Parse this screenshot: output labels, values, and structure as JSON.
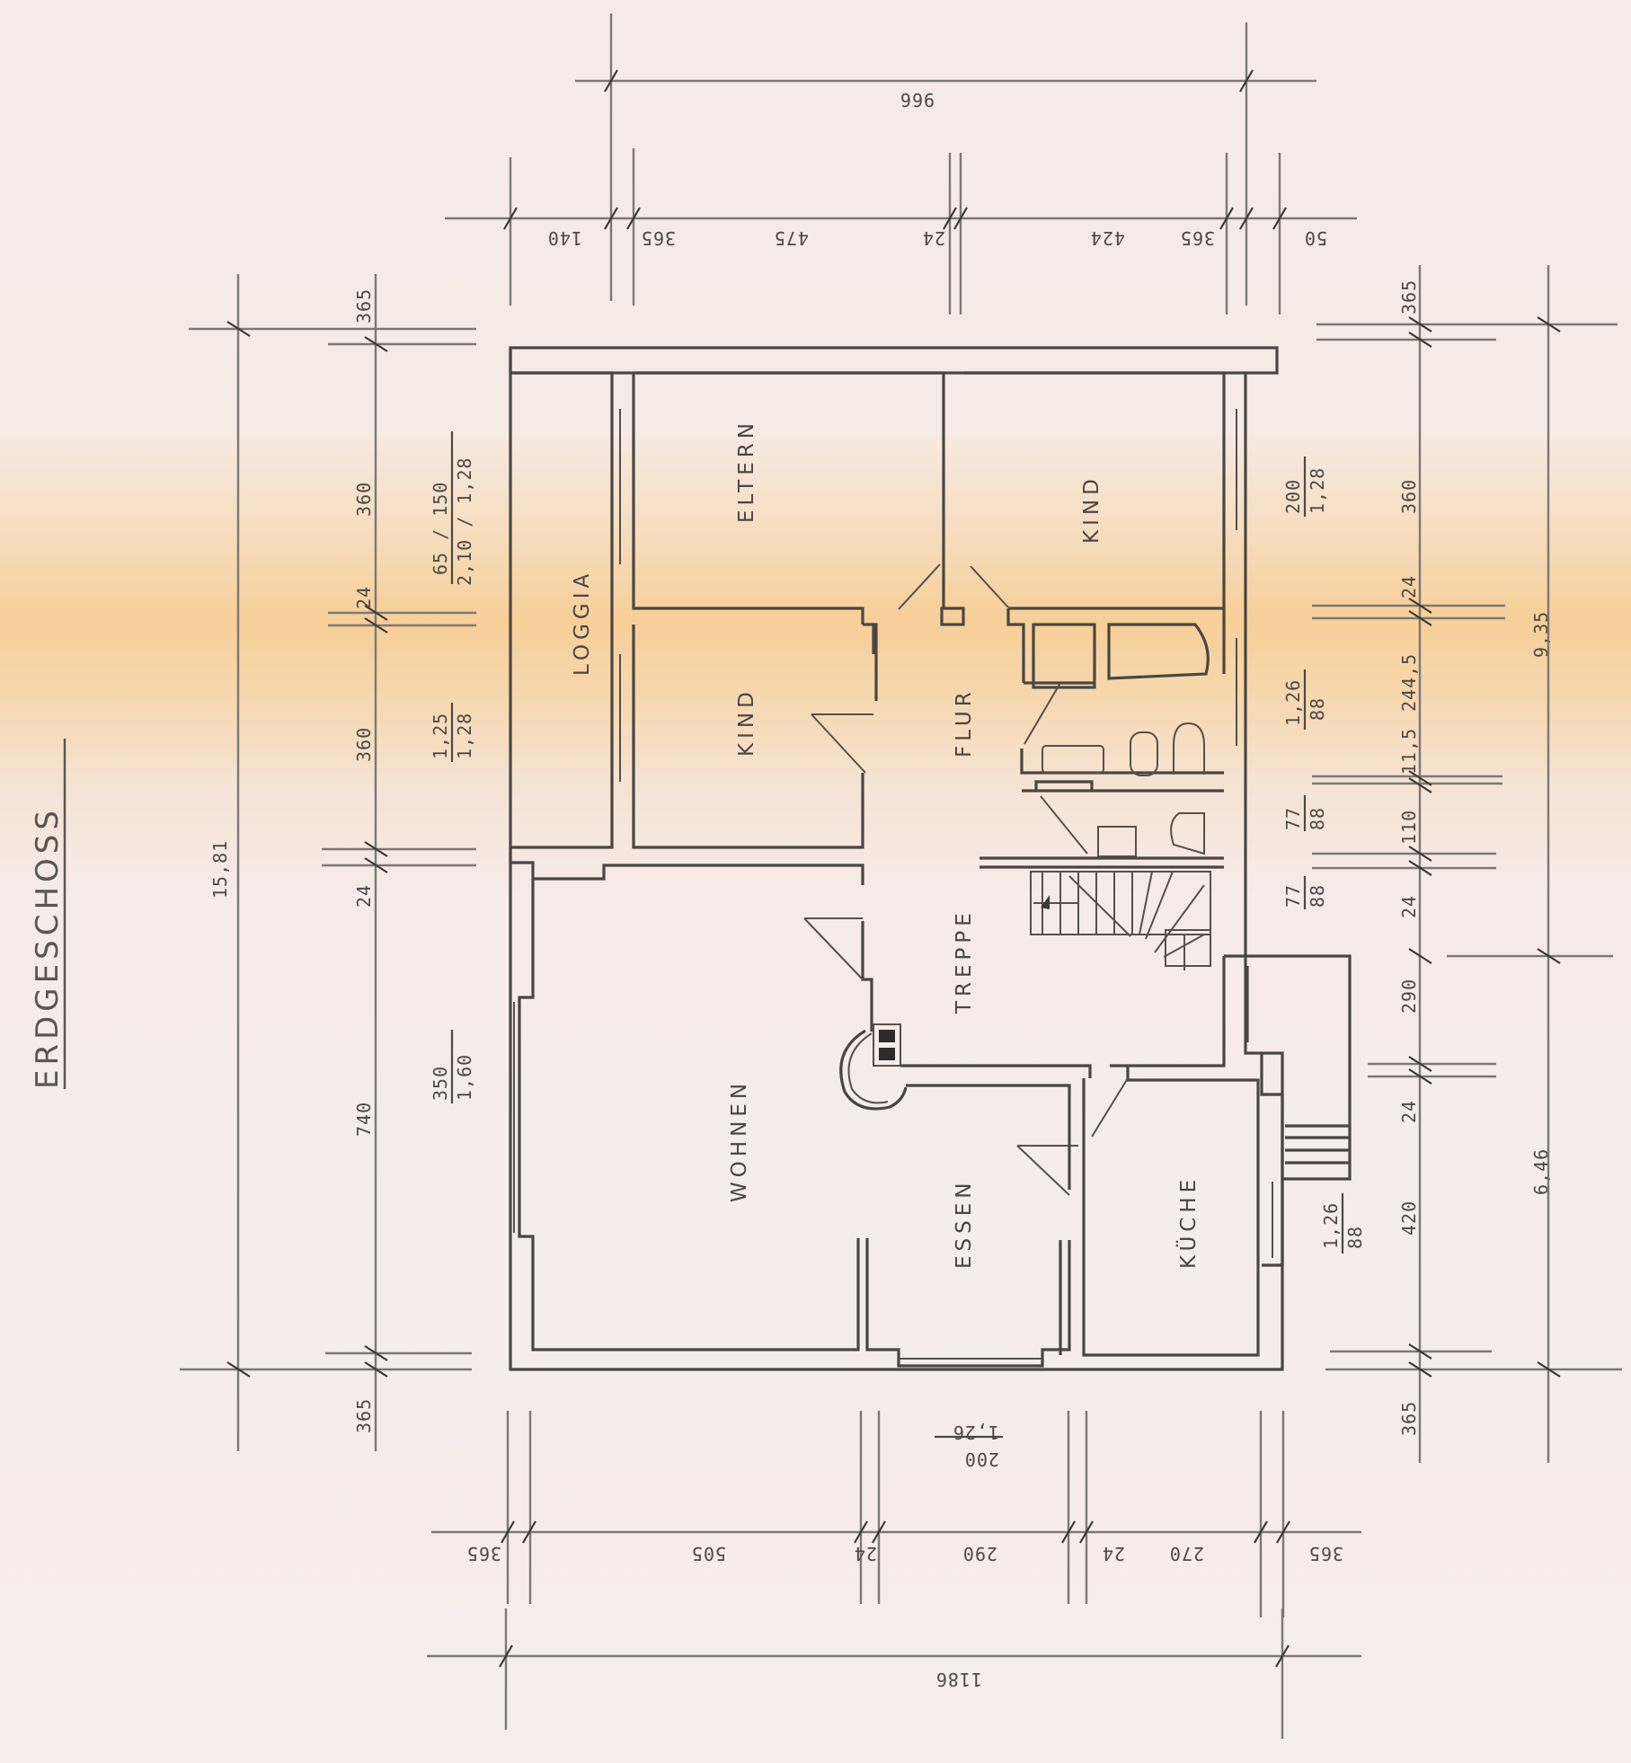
{
  "title": "ERDGESCHOSS",
  "rooms": {
    "loggia": "LOGGIA",
    "eltern": "ELTERN",
    "kind_top": "KIND",
    "kind_left": "KIND",
    "flur": "FLUR",
    "treppe": "TREPPE",
    "wohnen": "WOHNEN",
    "essen": "ESSEN",
    "kueche": "KÜCHE"
  },
  "dimensions": {
    "top": {
      "overall": "966",
      "segments": [
        "140",
        "365",
        "475",
        "24",
        "424",
        "365",
        "50"
      ]
    },
    "bottom": {
      "overall": "1186",
      "segments": [
        "365",
        "505",
        "24",
        "290",
        "24",
        "270",
        "365"
      ],
      "window_essen": {
        "num": "200",
        "den": "1,26"
      }
    },
    "left": {
      "overall": "15,81",
      "segments": [
        "365",
        "360",
        "24",
        "360",
        "24",
        "740",
        "365"
      ]
    },
    "right": {
      "overall_upper": "9,35",
      "overall_lower": "6,46",
      "segments": [
        "365",
        "360",
        "24",
        "244,5",
        "11,5",
        "110",
        "24",
        "290",
        "24",
        "420",
        "365"
      ]
    },
    "windows": {
      "eltern": {
        "num": "65 / 150",
        "den": "2,10 / 1,28"
      },
      "kind_left": {
        "num": "1,25",
        "den": "1,28"
      },
      "wohnen": {
        "num": "350",
        "den": "1,60"
      },
      "kind_top": {
        "num": "200",
        "den": "1,28"
      },
      "bad": {
        "num": "1,26",
        "den": "88"
      },
      "wc": {
        "num": "77",
        "den": "88"
      },
      "treppe": {
        "num": "77",
        "den": "88"
      },
      "kueche": {
        "num": "1,26",
        "den": "88"
      }
    }
  },
  "colors": {
    "paper": "#f6ebe8",
    "stain": "#f7cf98",
    "ink": "#4a4642",
    "dimension_line": "#7c7874"
  }
}
